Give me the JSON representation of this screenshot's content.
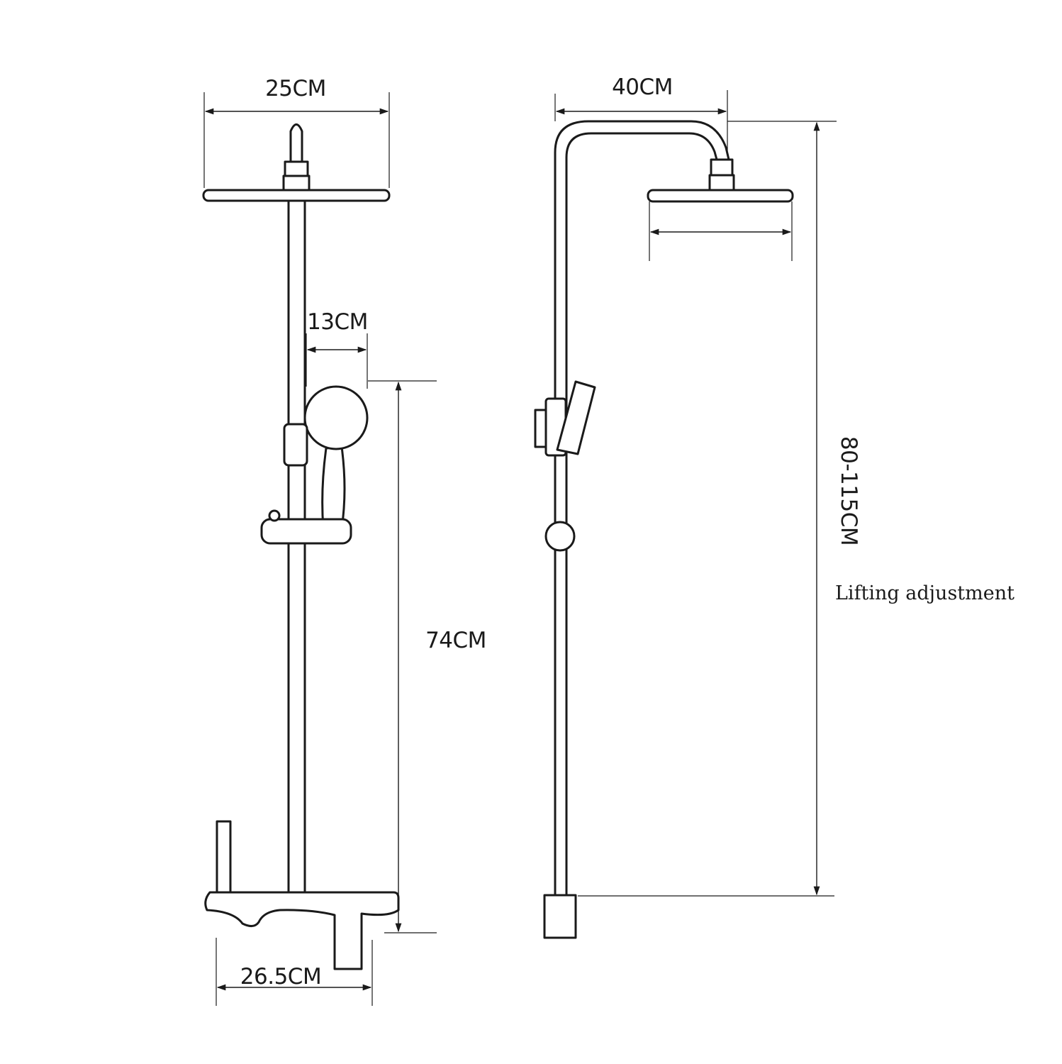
{
  "front_view": {
    "head_width": "25CM",
    "handset_offset": "13CM",
    "height_to_head": "74CM",
    "base_width": "26.5CM"
  },
  "side_view": {
    "arm_reach": "40CM",
    "lift_range": "80-115CM",
    "lift_note": "Lifting adjustment"
  }
}
